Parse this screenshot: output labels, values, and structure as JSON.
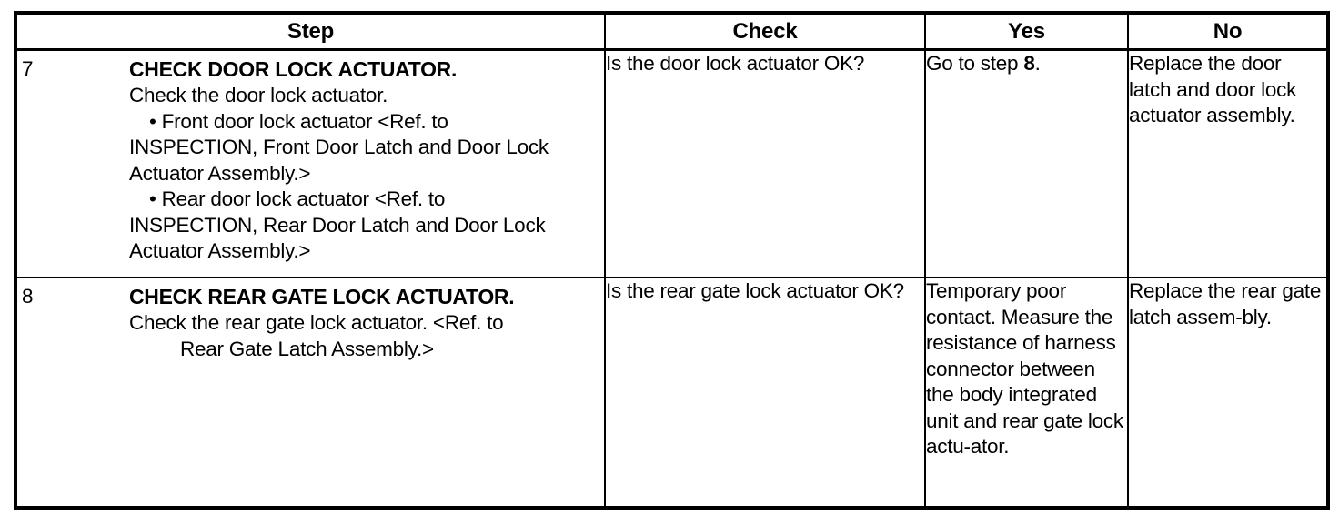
{
  "table": {
    "headers": {
      "step": "Step",
      "check": "Check",
      "yes": "Yes",
      "no": "No"
    },
    "rows": [
      {
        "number": "7",
        "step_title": "CHECK DOOR LOCK ACTUATOR.",
        "step_lines": [
          "Check the door lock actuator.",
          "•  Front door lock actuator <Ref. to",
          "INSPECTION, Front Door Latch and Door Lock",
          "Actuator Assembly.>",
          "•  Rear door lock actuator <Ref. to",
          "INSPECTION, Rear Door Latch and Door Lock",
          "Actuator Assembly.>"
        ],
        "check": "Is the door lock actuator OK?",
        "yes_prefix": "Go to step ",
        "yes_bold": "8",
        "yes_suffix": ".",
        "no": "Replace the door latch and door lock actuator assembly."
      },
      {
        "number": "8",
        "step_title": "CHECK REAR GATE LOCK ACTUATOR.",
        "step_lines": [
          "Check the rear gate lock actuator. <Ref. to",
          "Rear Gate Latch Assembly.>"
        ],
        "check": "Is the rear gate lock actuator OK?",
        "yes": "Temporary poor contact. Measure the resistance of harness connector between the body integrated unit and rear gate lock actu-ator.",
        "no": "Replace the rear gate latch assem-bly."
      }
    ]
  }
}
